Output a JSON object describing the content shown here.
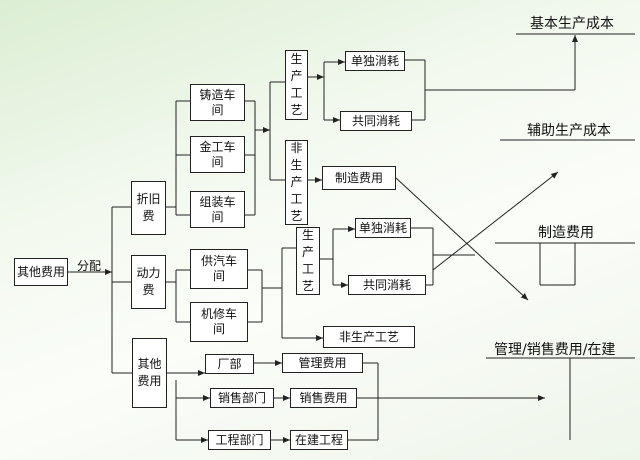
{
  "root": {
    "label": "其他费用",
    "connector": "分配"
  },
  "categories": {
    "depreciation": "折旧费",
    "power": "动力费",
    "other": "其他费用"
  },
  "workshops": {
    "casting": "铸造车间",
    "metal": "金工车间",
    "assembly": "组装车间",
    "steam": "供汽车间",
    "repair": "机修车间"
  },
  "process": {
    "production_top": "生产工艺",
    "nonproduction_top": "非生产工艺",
    "production_mid": "生产工艺",
    "nonproduction_mid": "非生产工艺"
  },
  "consumption": {
    "single_top": "单独消耗",
    "joint_top": "共同消耗",
    "manufacturing": "制造费用",
    "single_mid": "单独消耗",
    "joint_mid": "共同消耗"
  },
  "departments": {
    "factory": "厂部",
    "sales": "销售部门",
    "engineering": "工程部门"
  },
  "expense_boxes": {
    "management": "管理费用",
    "sales": "销售费用",
    "construction": "在建工程"
  },
  "cost_categories": {
    "basic": "基本生产成本",
    "auxiliary": "辅助生产成本",
    "manufacturing": "制造费用",
    "period": "管理/销售费用/在建"
  },
  "colors": {
    "line": "#222222",
    "box_fill": "#ffffff",
    "background": "#eef6ea"
  }
}
